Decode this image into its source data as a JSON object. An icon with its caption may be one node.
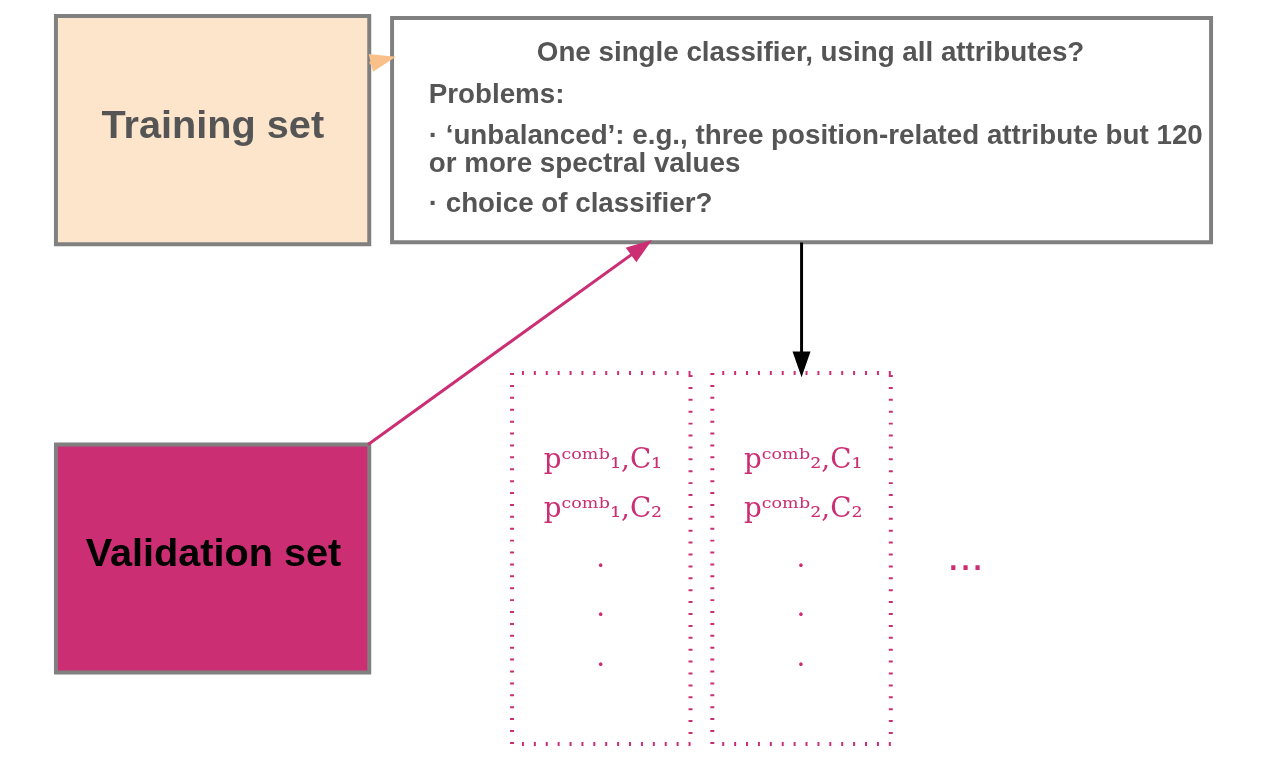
{
  "diagram": {
    "nodes": [
      {
        "text": [
          "Training set"
        ]
      },
      {
        "text": [
          "Validation set"
        ]
      },
      {
        "text": [
          "One single classifier, using all attributes?",
          "Problems:",
          "· ‘unbalanced’: e.g., three position-related attribute but 120 or more spectral values",
          "· choice of classifier?"
        ]
      },
      {
        "text": [
          "pᶜᵒᵐᵇ₁,C₁",
          "pᶜᵒᵐᵇ₁,C₂",
          ".",
          ".",
          "."
        ]
      },
      {
        "text": [
          "pᶜᵒᵐᵇ₂,C₁",
          "pᶜᵒᵐᵇ₂,C₂",
          ".",
          ".",
          "."
        ],
        "beside": [
          "..."
        ]
      }
    ],
    "edges": [
      {
        "from": 0,
        "to": 2,
        "arrow": "to",
        "color": "#f9c08a"
      },
      {
        "from": 1,
        "to": 2,
        "arrow": "to",
        "color": "#cc2e74"
      },
      {
        "from": 2,
        "to": 4,
        "arrow": "to",
        "color": "#000000"
      }
    ]
  }
}
